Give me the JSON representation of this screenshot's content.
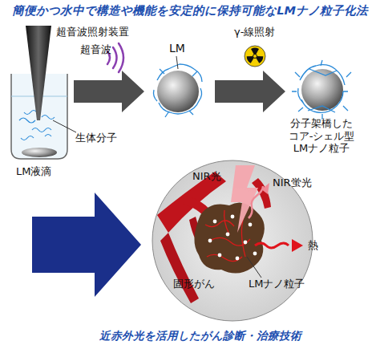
{
  "diagram": {
    "title": "簡便かつ水中で構造や機能を安定的に保持可能なLMナノ粒子化法",
    "caption": "近赤外光を活用したがん診断・治療技術",
    "labels": [
      "超音波照射装置",
      "超音波",
      "LM",
      "γ-線照射",
      "生体分子",
      "LM液滴",
      "分子架橋したコア-シェル型LMナノ粒子",
      "NIR光",
      "NIR蛍光",
      "熱",
      "固形がん",
      "LMナノ粒子"
    ]
  }
}
